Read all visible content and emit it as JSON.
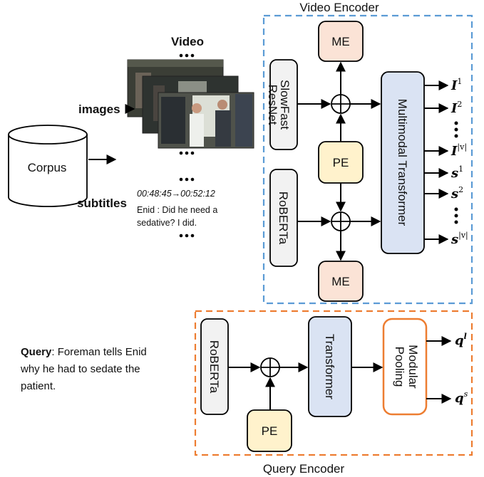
{
  "video_encoder": {
    "title": "Video Encoder",
    "border_color": "#5b9bd5",
    "slowfast": [
      "SlowFast",
      "ResNet"
    ],
    "roberta": "RoBERTa",
    "me_top": "ME",
    "me_bottom": "ME",
    "pe": "PE",
    "transformer": "Multimodal Transformer",
    "outputs": [
      {
        "base": "I",
        "sup": "1"
      },
      {
        "base": "I",
        "sup": "2"
      },
      {
        "base": "I",
        "sup": "|v|"
      },
      {
        "base": "s",
        "sup": "1"
      },
      {
        "base": "s",
        "sup": "2"
      },
      {
        "base": "s",
        "sup": "|v|"
      }
    ]
  },
  "query_encoder": {
    "title": "Query Encoder",
    "border_color": "#ed7d31",
    "roberta": "RoBERTa",
    "pe": "PE",
    "transformer": "Transformer",
    "pooling": [
      "Modular",
      "Pooling"
    ],
    "outputs": [
      {
        "base": "q",
        "sup": "l"
      },
      {
        "base": "q",
        "sup": "s"
      }
    ]
  },
  "corpus": {
    "label": "Corpus",
    "video_label": "Video",
    "images_label": "images",
    "subtitles_label": "subtitles",
    "timestamp": "00:48:45→00:52:12",
    "subtitle_lines": [
      "Enid : Did he need a",
      "sedative? I did."
    ]
  },
  "query": {
    "label": "Query",
    "text_lines": [
      ": Foreman tells Enid",
      "why he had to sedate the",
      "patient."
    ]
  },
  "colors": {
    "me_fill": "#fbe3d6",
    "pe_fill": "#fff2cc",
    "transformer_fill": "#dae3f3",
    "module_fill": "#f2f2f2"
  }
}
